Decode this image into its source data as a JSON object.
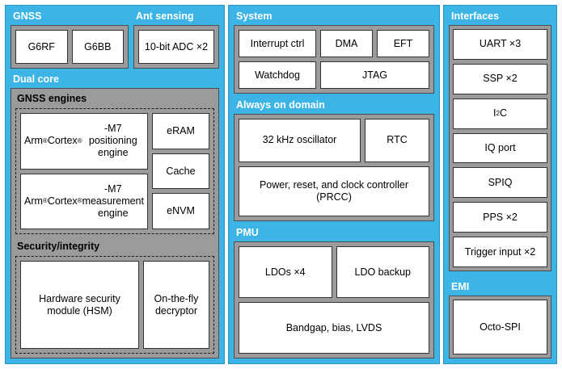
{
  "colors": {
    "panel_background": "#3cb4e6",
    "group_background": "#9b9b9b",
    "block_background": "#ffffff",
    "panel_title_text": "#ffffff",
    "group_title_text": "#000000",
    "block_text": "#000000",
    "dashed_border": "#1a1a1a"
  },
  "left_column": {
    "gnss": {
      "title": "GNSS",
      "blocks": [
        {
          "label": "G6RF"
        },
        {
          "label": "G6BB"
        }
      ]
    },
    "ant_sensing": {
      "title": "Ant sensing",
      "blocks": [
        {
          "label": "10-bit ADC ×2"
        }
      ]
    },
    "dual_core": {
      "title": "Dual core",
      "gnss_engines": {
        "title": "GNSS engines",
        "engines": [
          {
            "label_html": "Arm<sup>®</sup> Cortex<sup>®</sup>-M7 positioning engine"
          },
          {
            "label_html": "Arm<sup>®</sup> Cortex<sup>®</sup>-M7 measurement engine"
          }
        ],
        "memories": [
          {
            "label": "eRAM"
          },
          {
            "label": "Cache"
          },
          {
            "label": "eNVM"
          }
        ]
      },
      "security_integrity": {
        "title": "Security/integrity",
        "blocks": [
          {
            "label": "Hardware security module (HSM)"
          },
          {
            "label": "On-the-fly decryptor"
          }
        ]
      }
    }
  },
  "middle_column": {
    "system": {
      "title": "System",
      "row1": [
        {
          "label": "Interrupt ctrl"
        },
        {
          "label": "DMA"
        },
        {
          "label": "EFT"
        }
      ],
      "row2": [
        {
          "label": "Watchdog"
        },
        {
          "label": "JTAG"
        }
      ]
    },
    "always_on_domain": {
      "title": "Always on domain",
      "row1": [
        {
          "label": "32 kHz oscillator"
        },
        {
          "label": "RTC"
        }
      ],
      "row2": [
        {
          "label": "Power, reset, and clock controller (PRCC)"
        }
      ]
    },
    "pmu": {
      "title": "PMU",
      "row1": [
        {
          "label": "LDOs ×4"
        },
        {
          "label": "LDO backup"
        }
      ],
      "row2": [
        {
          "label": "Bandgap, bias, LVDS"
        }
      ]
    }
  },
  "right_column": {
    "interfaces": {
      "title": "Interfaces",
      "blocks": [
        {
          "label": "UART ×3"
        },
        {
          "label": "SSP ×2"
        },
        {
          "label_html": "I<sup>2</sup>C"
        },
        {
          "label": "IQ port"
        },
        {
          "label": "SPIQ"
        },
        {
          "label": "PPS ×2"
        },
        {
          "label": "Trigger input ×2"
        }
      ]
    },
    "emi": {
      "title": "EMI",
      "blocks": [
        {
          "label": "Octo-SPI"
        }
      ]
    }
  }
}
